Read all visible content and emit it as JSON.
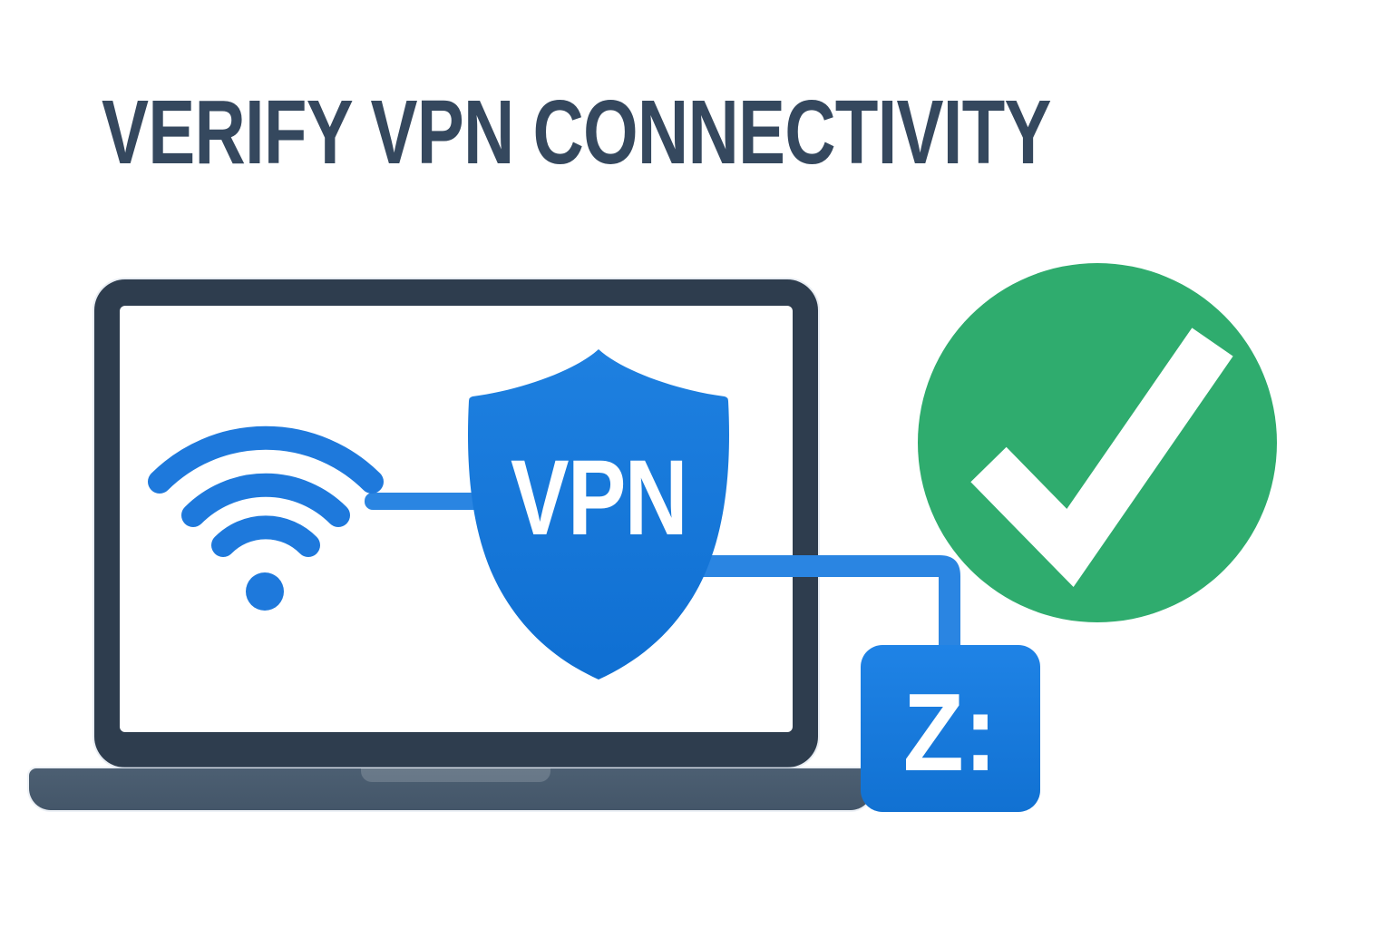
{
  "title": "VERIFY VPN CONNECTIVITY",
  "laptop": {
    "description": "laptop with white screen showing wifi connected to VPN shield"
  },
  "shield": {
    "label": "VPN"
  },
  "drive": {
    "label": "Z:"
  },
  "status": {
    "state": "success"
  },
  "icons": {
    "wifi": "wifi-icon",
    "shield": "vpn-shield-icon",
    "check": "checkmark-icon",
    "drive": "network-drive-badge"
  },
  "colors": {
    "background": "#FFFFFF",
    "title": "#35485E",
    "laptop_frame": "#2E3D4E",
    "laptop_base": "#48596C",
    "blue": "#1E79DC",
    "connector_blue": "#2A85E2",
    "shield_blue_top": "#1E80E0",
    "shield_blue_bottom": "#0F6FD2",
    "drive_blue_top": "#1F83E6",
    "drive_blue_bottom": "#1171D2",
    "success_green": "#2FAC6E"
  }
}
